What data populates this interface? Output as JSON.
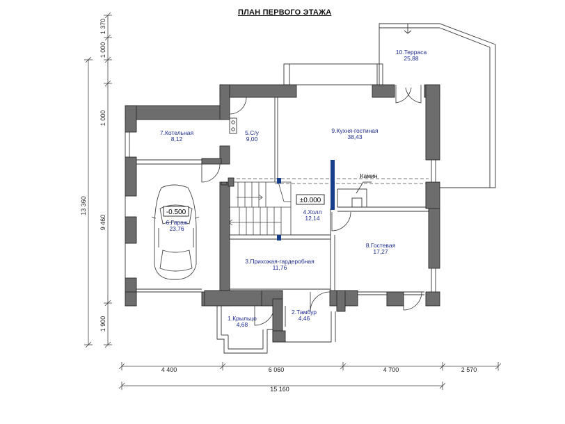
{
  "title": "ПЛАН ПЕРВОГО ЭТАЖА",
  "rooms": {
    "kotelnaya": {
      "name": "7.Котельная",
      "area": "8,12"
    },
    "su": {
      "name": "5.С/у",
      "area": "9,00"
    },
    "kuhnya": {
      "name": "9.Кухня-гостиная",
      "area": "38,43"
    },
    "terrasa": {
      "name": "10.Терраса",
      "area": "25,88"
    },
    "garazh": {
      "name": "6.Гараж",
      "area": "23,76"
    },
    "holl": {
      "name": "4.Холл",
      "area": "12,14"
    },
    "gostevaya": {
      "name": "8.Гостевая",
      "area": "17,27"
    },
    "prihozhaya": {
      "name": "3.Прихожая-гардеробная",
      "area": "11,76"
    },
    "krylco": {
      "name": "1.Крыльцо",
      "area": "4,68"
    },
    "tambur": {
      "name": "2.Тамбур",
      "area": "4,46"
    }
  },
  "labels": {
    "kamin": "Камин",
    "level_zero": "±0.000",
    "level_garage": "-0.500"
  },
  "dims": {
    "bottom": [
      "4 400",
      "6 060",
      "4 700",
      "2 570"
    ],
    "bottom_total": "15 160",
    "left": [
      "1 370",
      "1 000",
      "1 000",
      "9 460",
      "1 900"
    ],
    "left_total": "13 360"
  },
  "colors": {
    "wall": "#6d6d6d",
    "wall_outline": "#2a2a2a",
    "room_text": "#1b2a8f",
    "column": "#173e8a"
  }
}
